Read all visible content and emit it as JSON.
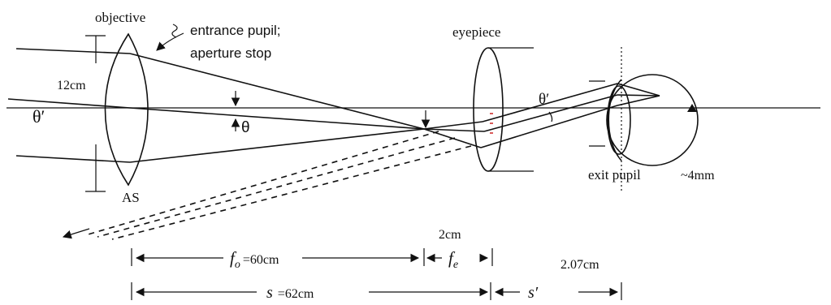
{
  "labels": {
    "objective": "objective",
    "entrance_pupil_line1": "entrance pupil;",
    "entrance_pupil_line2": "aperture stop",
    "eyepiece": "eyepiece",
    "aperture_diameter": "12cm",
    "theta_prime_left": "θ′",
    "theta": "θ",
    "theta_prime_right": "θ′",
    "aperture_stop_abbrev": "AS",
    "exit_pupil": "exit pupil",
    "exit_pupil_size": "~4mm",
    "eyepiece_gap": "2cm",
    "eye_distance": "2.07cm",
    "fo_symbol": "f",
    "fo_subscript": "o",
    "fo_value": "=60cm",
    "fe_symbol": "f",
    "fe_subscript": "e",
    "s_symbol": "s",
    "s_value": "=62cm",
    "s_prime_symbol": "s′"
  },
  "colors": {
    "stroke": "#111111",
    "marker": "#cc2222",
    "background": "#ffffff"
  }
}
